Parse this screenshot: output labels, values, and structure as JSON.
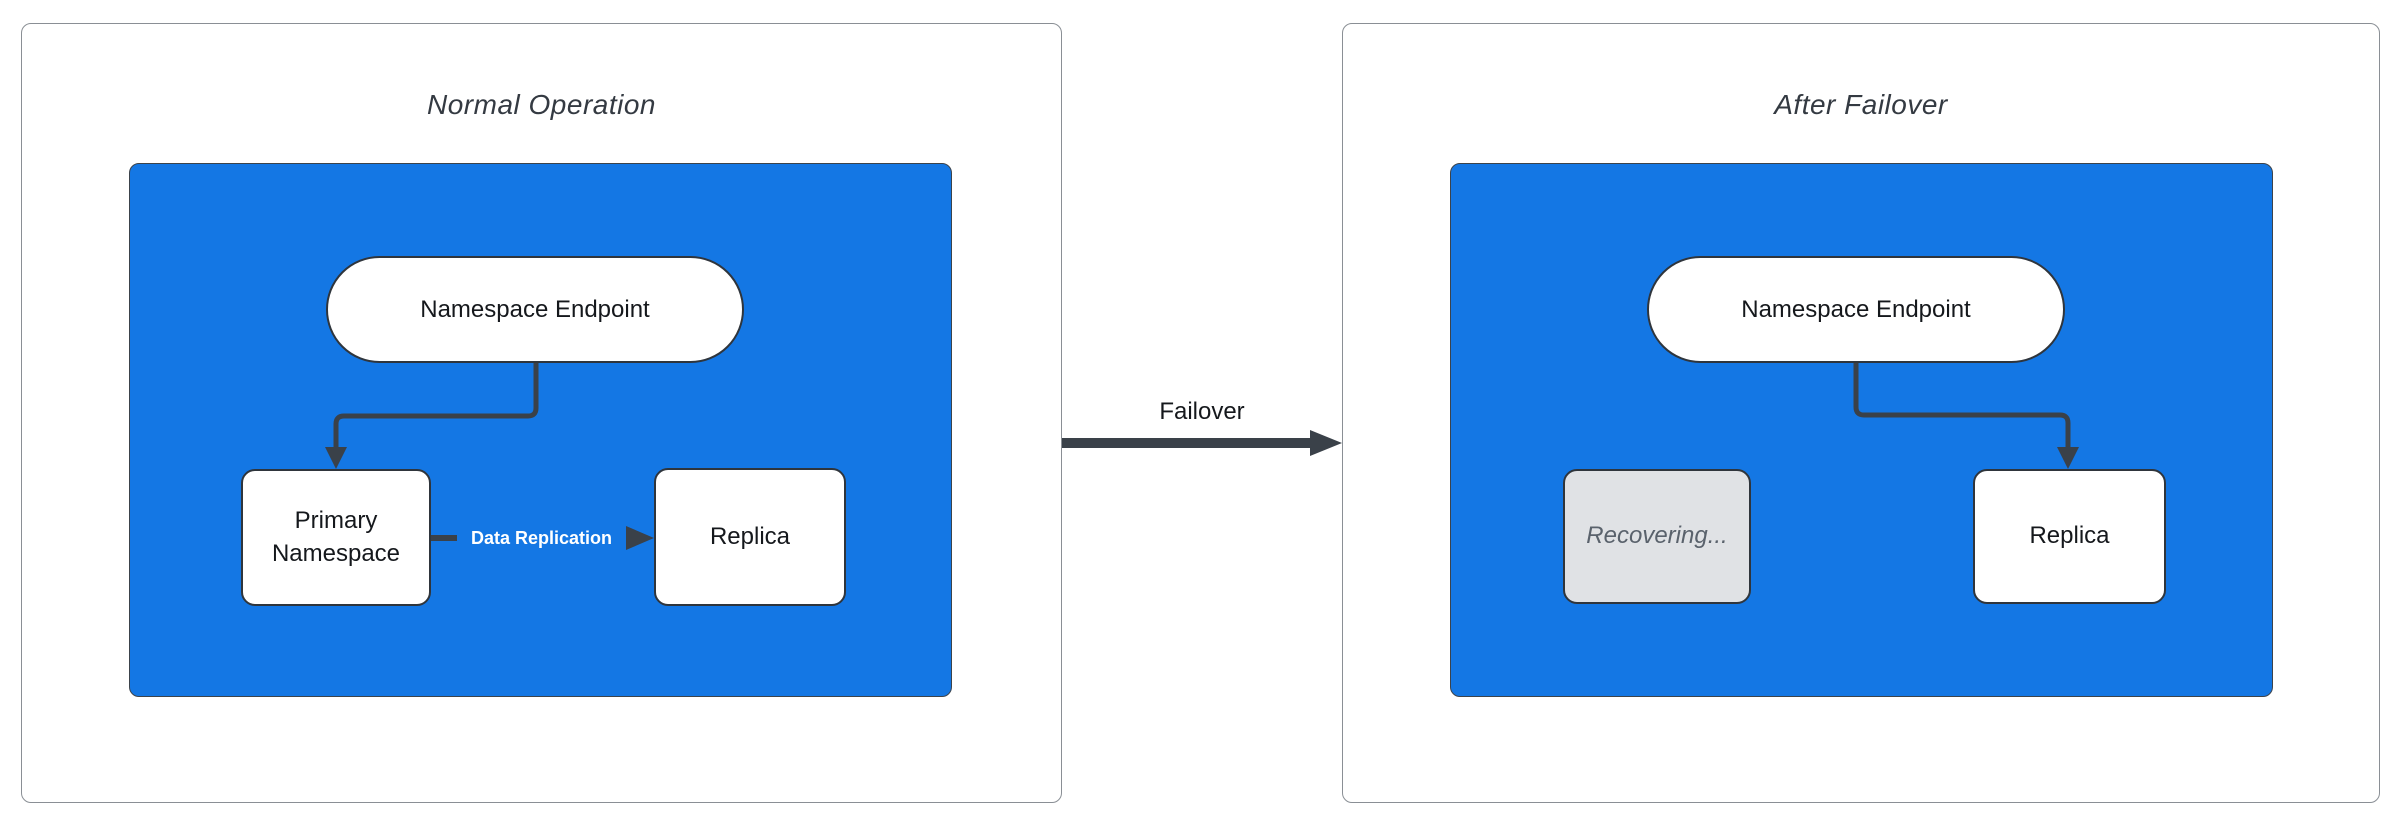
{
  "colors": {
    "container_blue": "#1477e4",
    "connector_dark": "#3a4149",
    "node_white": "#ffffff",
    "node_border": "#2f353c",
    "recovering_fill": "#e0e2e5",
    "recovering_text": "#5a626c",
    "title_text": "#343a42",
    "node_text": "#15181c",
    "replication_label_text": "#ffffff",
    "panel_border": "#8a8f95"
  },
  "panels": {
    "normal": {
      "title": "Normal Operation",
      "endpoint": "Namespace Endpoint",
      "primary": "Primary Namespace",
      "replica": "Replica",
      "replication": "Data Replication"
    },
    "failover": {
      "title": "After Failover",
      "endpoint": "Namespace Endpoint",
      "recovering": "Recovering...",
      "replica": "Replica"
    }
  },
  "transition": {
    "label": "Failover"
  }
}
